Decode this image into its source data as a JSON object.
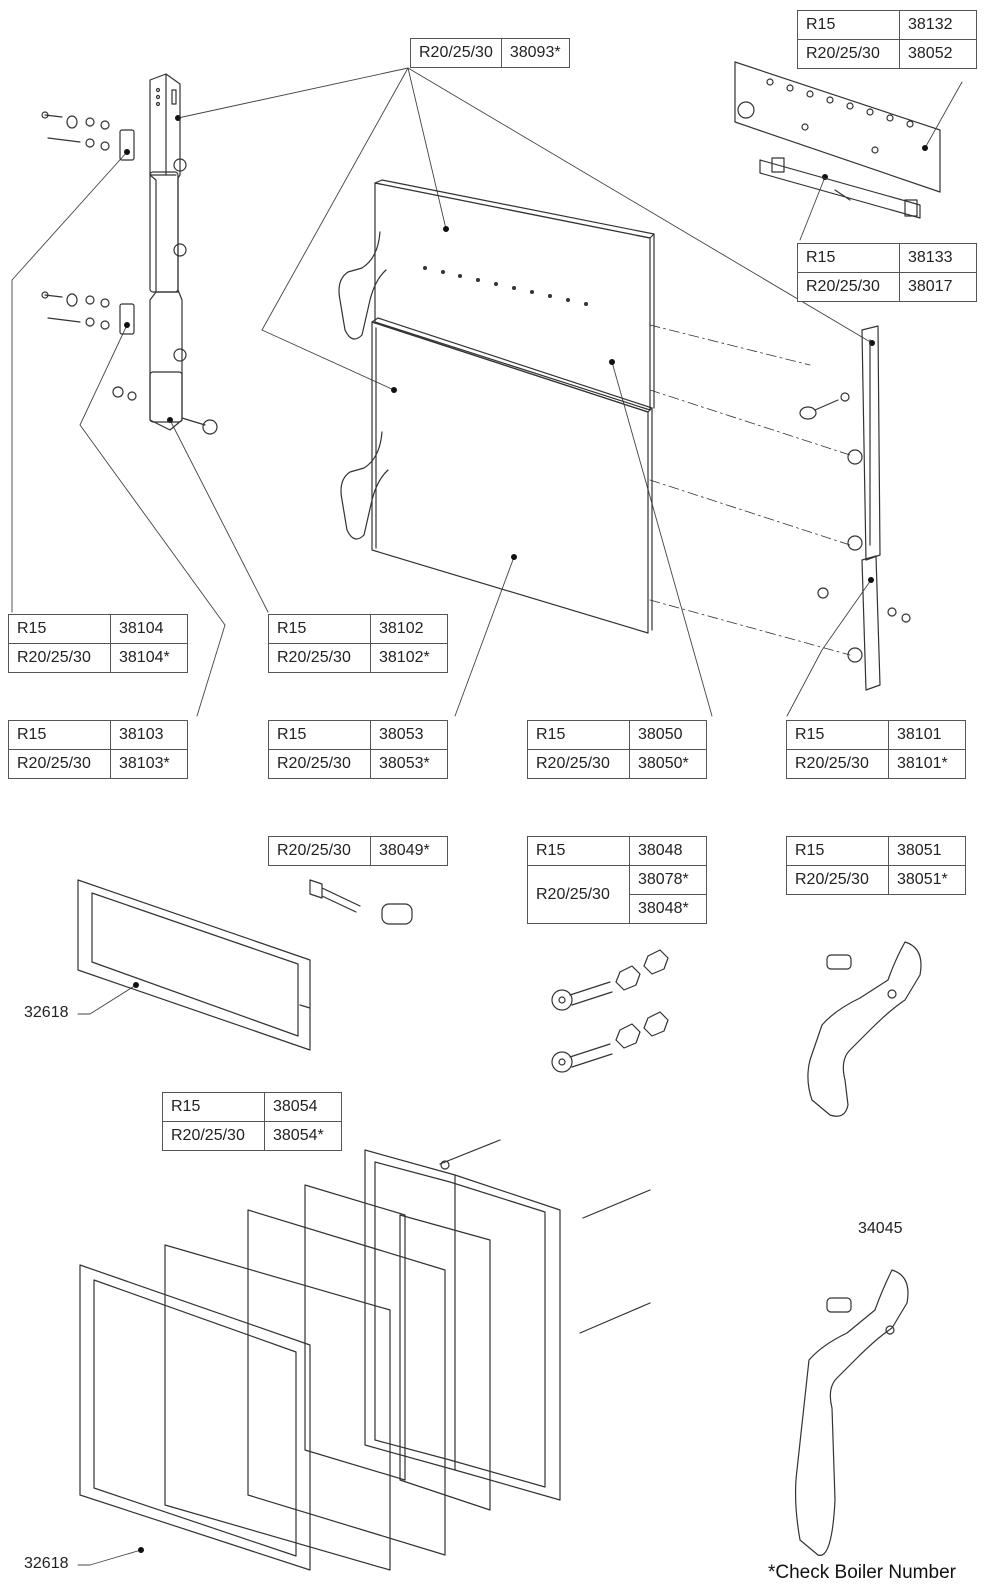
{
  "tables": [
    {
      "id": "t38093",
      "rows": [
        [
          "R20/25/30",
          "38093*"
        ]
      ]
    },
    {
      "id": "t38132",
      "rows": [
        [
          "R15",
          "38132"
        ],
        [
          "R20/25/30",
          "38052"
        ]
      ]
    },
    {
      "id": "t38133",
      "rows": [
        [
          "R15",
          "38133"
        ],
        [
          "R20/25/30",
          "38017"
        ]
      ]
    },
    {
      "id": "t38104",
      "rows": [
        [
          "R15",
          "38104"
        ],
        [
          "R20/25/30",
          "38104*"
        ]
      ]
    },
    {
      "id": "t38102",
      "rows": [
        [
          "R15",
          "38102"
        ],
        [
          "R20/25/30",
          "38102*"
        ]
      ]
    },
    {
      "id": "t38103",
      "rows": [
        [
          "R15",
          "38103"
        ],
        [
          "R20/25/30",
          "38103*"
        ]
      ]
    },
    {
      "id": "t38053",
      "rows": [
        [
          "R15",
          "38053"
        ],
        [
          "R20/25/30",
          "38053*"
        ]
      ]
    },
    {
      "id": "t38050",
      "rows": [
        [
          "R15",
          "38050"
        ],
        [
          "R20/25/30",
          "38050*"
        ]
      ]
    },
    {
      "id": "t38101",
      "rows": [
        [
          "R15",
          "38101"
        ],
        [
          "R20/25/30",
          "38101*"
        ]
      ]
    },
    {
      "id": "t38049",
      "rows": [
        [
          "R20/25/30",
          "38049*"
        ]
      ]
    },
    {
      "id": "t38048",
      "rows": [
        [
          "R15",
          "38048"
        ],
        [
          "R20/25/30",
          "38078*",
          "38048*"
        ]
      ]
    },
    {
      "id": "t38051",
      "rows": [
        [
          "R15",
          "38051"
        ],
        [
          "R20/25/30",
          "38051*"
        ]
      ]
    },
    {
      "id": "t38054",
      "rows": [
        [
          "R15",
          "38054"
        ],
        [
          "R20/25/30",
          "38054*"
        ]
      ]
    }
  ],
  "labels": {
    "label_32618_top": "32618",
    "label_32618_bottom": "32618",
    "label_34045": "34045"
  },
  "footnote": "*Check Boiler Number"
}
